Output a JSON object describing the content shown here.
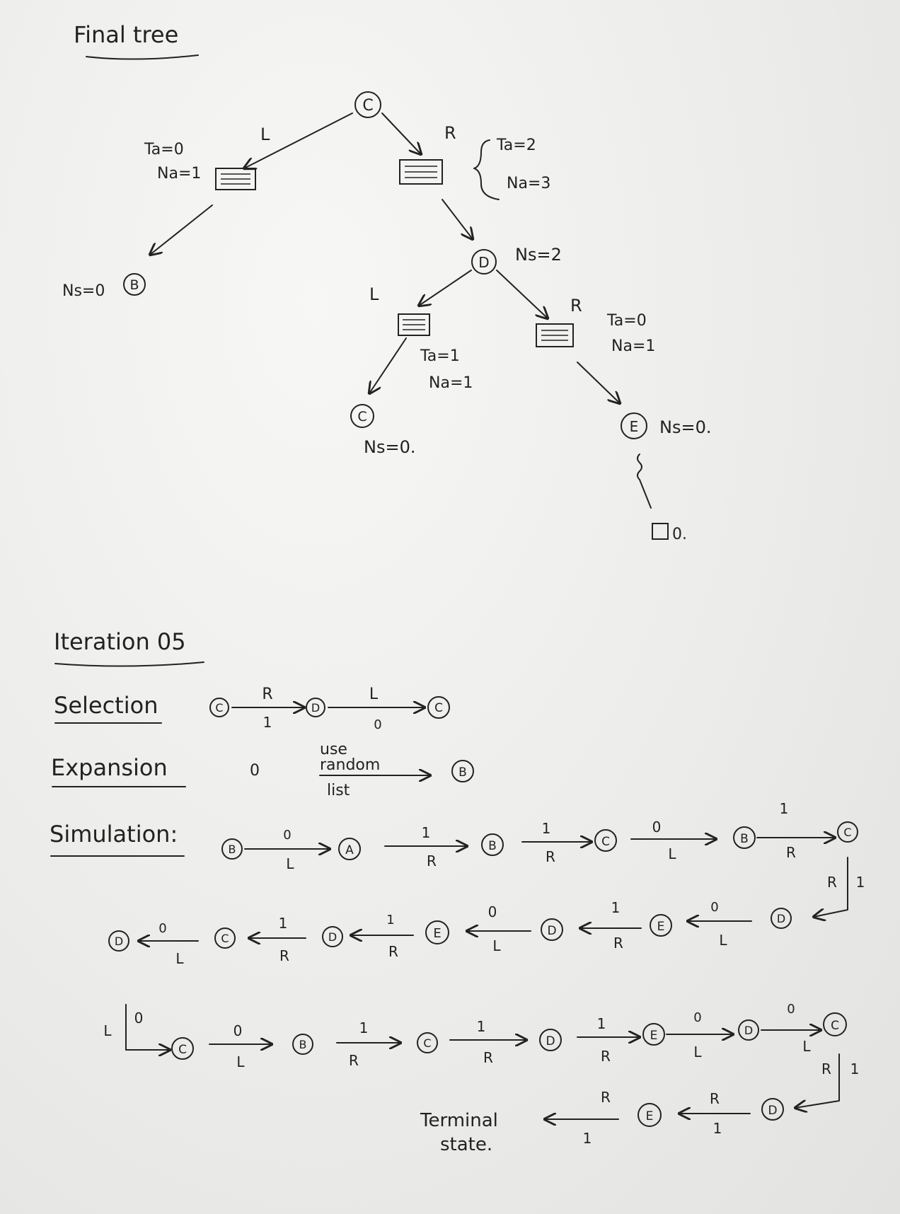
{
  "final_tree": {
    "heading": "Final tree",
    "root": "C",
    "left_edge": "L",
    "right_edge": "R",
    "left_stats": [
      "Ta=0",
      "Na=1"
    ],
    "right_stats": [
      "Ta=2",
      "Na=3"
    ],
    "leaf_b_ns": "Ns=0",
    "leaf_b": "B",
    "node_d": "D",
    "node_d_ns": "Ns=2",
    "d_left_edge": "L",
    "d_right_edge": "R",
    "d_left_stats": [
      "Ta=1",
      "Na=1"
    ],
    "d_right_stats": [
      "Ta=0",
      "Na=1"
    ],
    "leaf_c": "C",
    "leaf_c_ns": "Ns=0.",
    "leaf_e": "E",
    "leaf_e_ns": "Ns=0.",
    "terminal_value": "0."
  },
  "iteration": {
    "heading": "Iteration 05",
    "selection_label": "Selection",
    "selection_nodes": [
      "C",
      "D",
      "C"
    ],
    "selection_edges": [
      {
        "action": "R",
        "reward": "1"
      },
      {
        "action": "L",
        "reward": "0"
      }
    ],
    "expansion_label": "Expansion",
    "expansion_value": "0",
    "expansion_arrow_text": [
      "use",
      "random",
      "list"
    ],
    "expansion_node": "B",
    "simulation_label": "Simulation:",
    "sim_row1_nodes": [
      "B",
      "A",
      "B",
      "C",
      "B",
      "C"
    ],
    "sim_row1_edges": [
      {
        "reward": "0",
        "action": "L"
      },
      {
        "reward": "1",
        "action": "R"
      },
      {
        "reward": "1",
        "action": "R"
      },
      {
        "reward": "0",
        "action": "L"
      },
      {
        "reward": "1",
        "action": "R"
      }
    ],
    "sim_turn1": {
      "action": "R",
      "reward": "1"
    },
    "sim_row2_nodes": [
      "D",
      "C",
      "D",
      "E",
      "D",
      "E",
      "D"
    ],
    "sim_row2_edges": [
      {
        "reward": "0",
        "action": "L"
      },
      {
        "reward": "1",
        "action": "R"
      },
      {
        "reward": "1",
        "action": "R"
      },
      {
        "reward": "0",
        "action": "L"
      },
      {
        "reward": "1",
        "action": "R"
      },
      {
        "reward": "0",
        "action": "L"
      }
    ],
    "sim_turn2": {
      "action": "L",
      "reward": "0"
    },
    "sim_row3_nodes": [
      "C",
      "B",
      "C",
      "D",
      "E",
      "D",
      "C"
    ],
    "sim_row3_edges": [
      {
        "reward": "0",
        "action": "L"
      },
      {
        "reward": "1",
        "action": "R"
      },
      {
        "reward": "1",
        "action": "R"
      },
      {
        "reward": "1",
        "action": "R"
      },
      {
        "reward": "0",
        "action": "L"
      },
      {
        "reward": "0",
        "action": "L"
      }
    ],
    "sim_turn3": {
      "action": "R",
      "reward": "1"
    },
    "sim_row4_nodes": [
      "D",
      "E"
    ],
    "sim_row4_edges": [
      {
        "reward": "1",
        "action": "R"
      },
      {
        "reward": "1",
        "action": "R"
      }
    ],
    "terminal_label": [
      "Terminal",
      "state."
    ]
  }
}
